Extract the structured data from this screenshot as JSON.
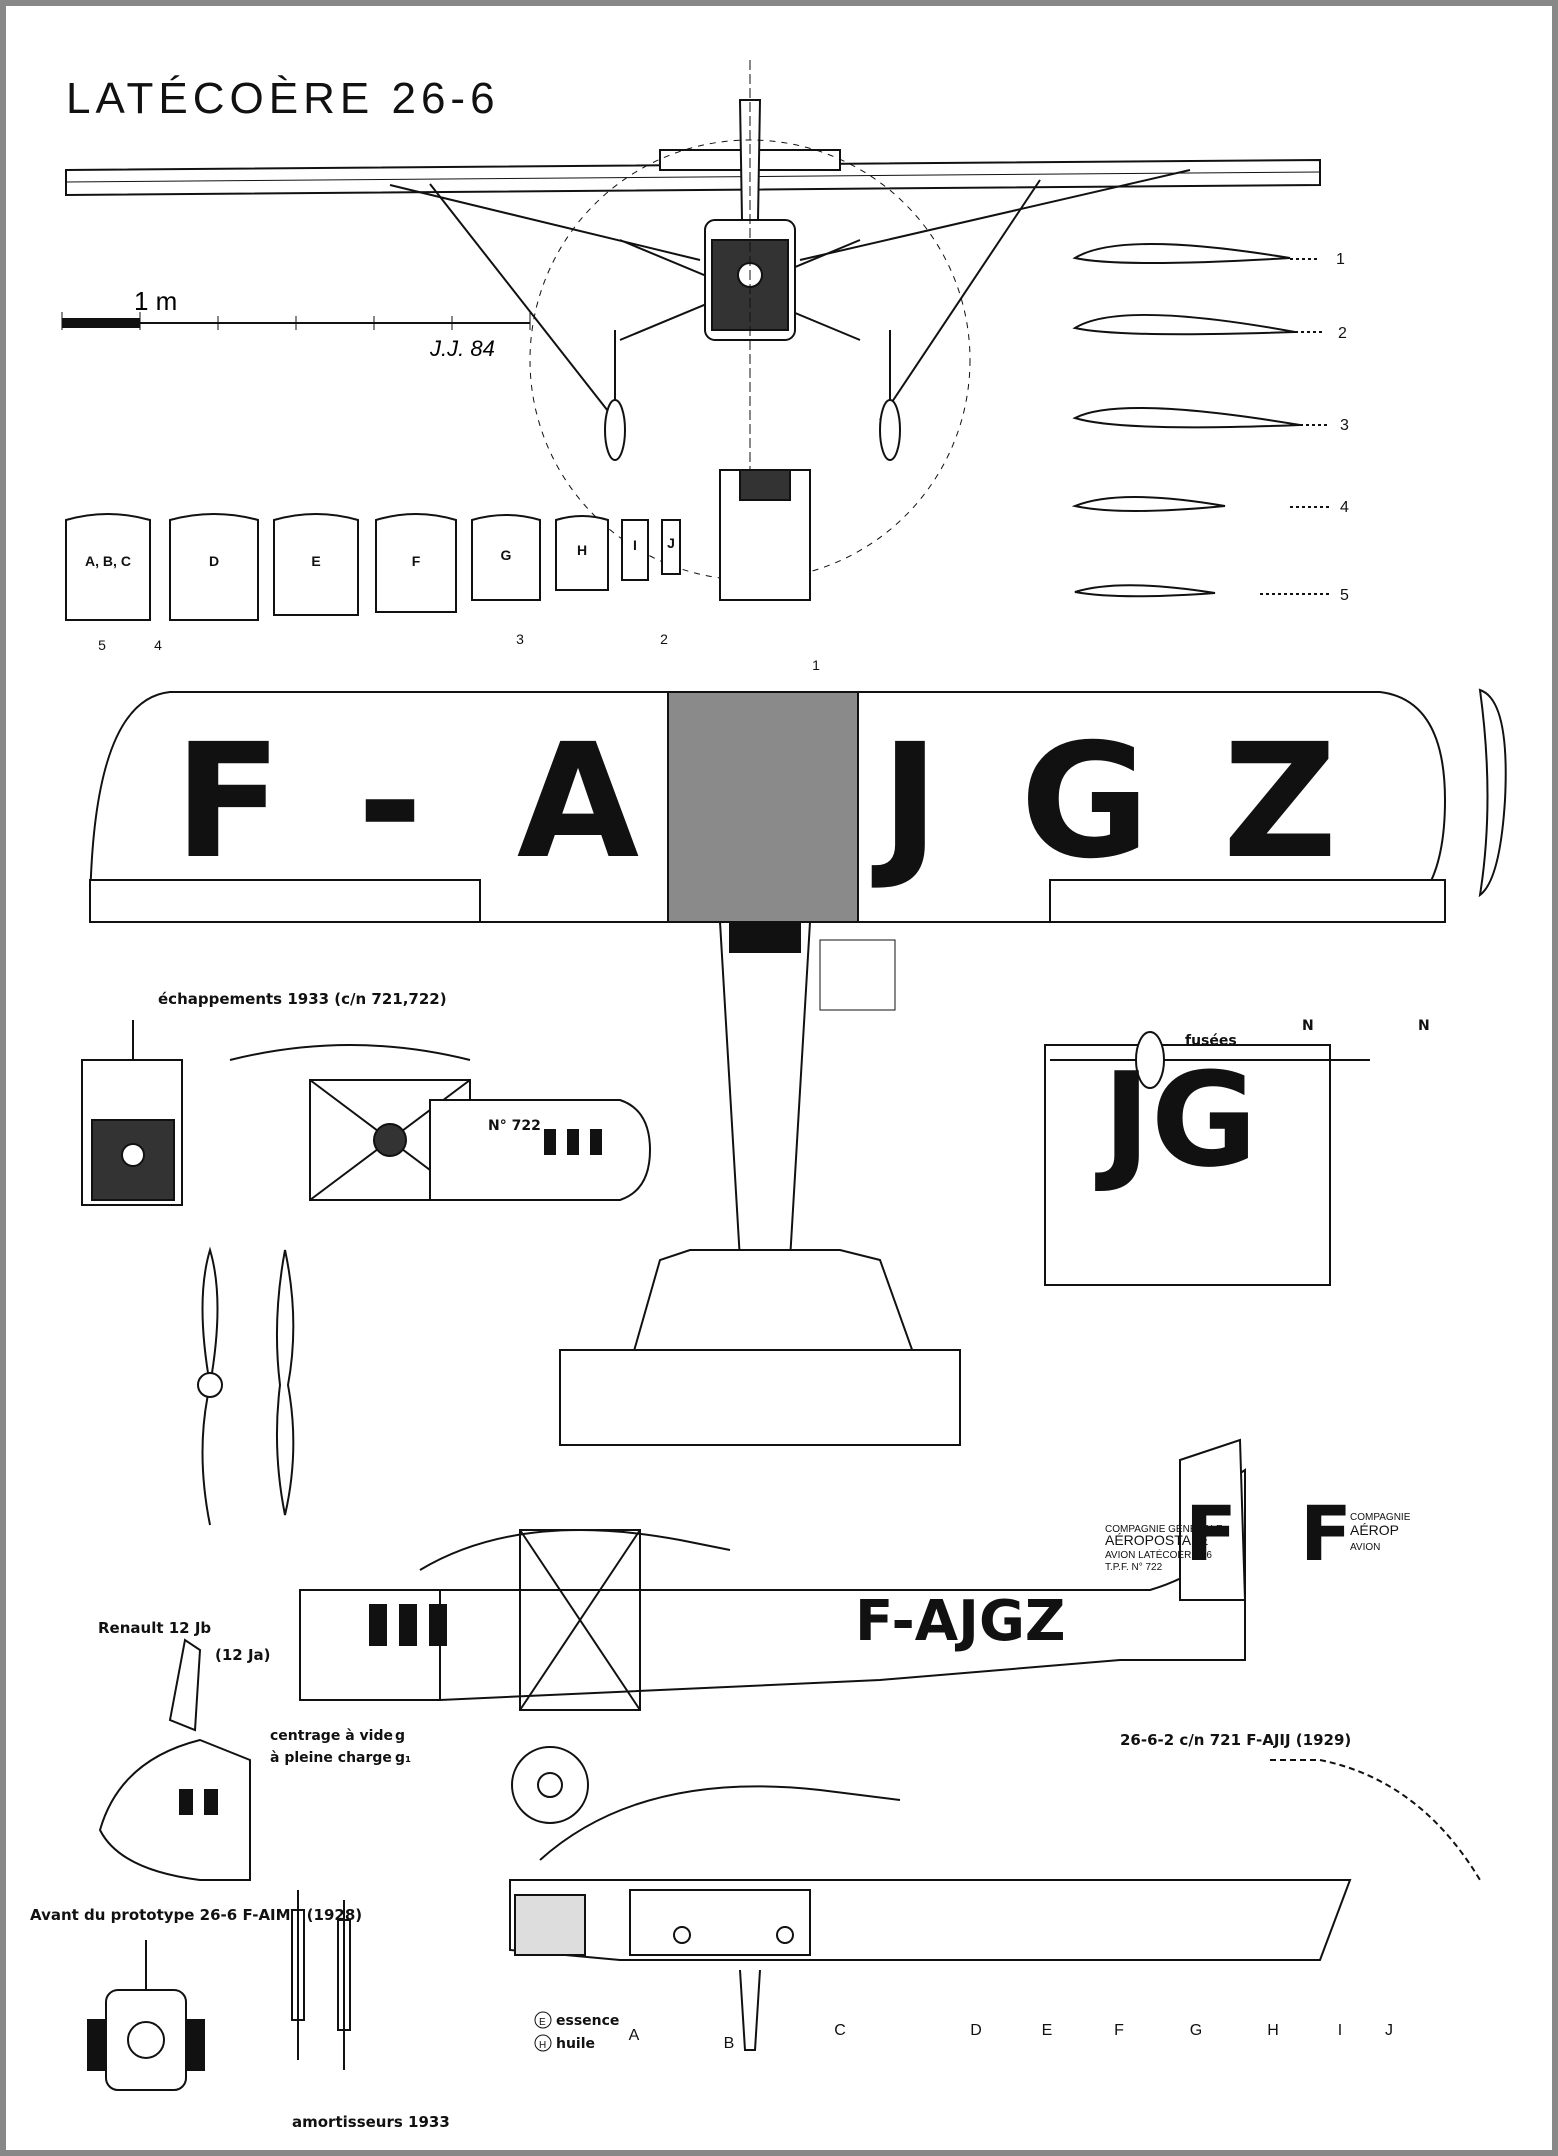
{
  "title": "LATÉCOÈRE 26-6",
  "scale": {
    "label": "1 m",
    "signature": "J.J. 84"
  },
  "profiles": [
    "1",
    "2",
    "3",
    "4",
    "5"
  ],
  "frames": [
    "A, B, C",
    "D",
    "E",
    "F",
    "G",
    "H",
    "I",
    "J"
  ],
  "stations_top": [
    "5",
    "4",
    "3",
    "2",
    "1"
  ],
  "registration": {
    "letters": [
      "F",
      "-",
      "A",
      "J",
      "G",
      "Z"
    ],
    "side": "F-AJGZ",
    "detail": "JG",
    "fin": "F"
  },
  "detail_labels": {
    "exhaust": "échappements 1933 (c/n 721,722)",
    "serial": "N° 722",
    "fusees": "fusées",
    "n1": "N",
    "n2": "N",
    "engine1": "Renault  12 Jb",
    "engine2": "(12 Ja)",
    "cg1": "centrage à vide",
    "cg1b": "g",
    "cg2": "à pleine charge",
    "cg2b": "g₁",
    "proto": "Avant du prototype 26-6  F-AIMY (1928)",
    "amort": "amortisseurs 1933",
    "variant": "26-6-2  c/n 721  F-AJIJ (1929)",
    "essence": "essence",
    "huile": "huile",
    "essence_code": "E",
    "huile_code": "H"
  },
  "fuselage_text": [
    "COMPAGNIE GÉNÉRALE",
    "AÉROPOSTALE",
    "AVION LATÉCOÈRE 26",
    "T.P.F. N° 722"
  ],
  "fin_text": [
    "COMPAGNIE",
    "AÉROP",
    "AVION"
  ],
  "bottom_stations": [
    "A",
    "B",
    "C",
    "D",
    "E",
    "F",
    "G",
    "H",
    "I",
    "J"
  ]
}
